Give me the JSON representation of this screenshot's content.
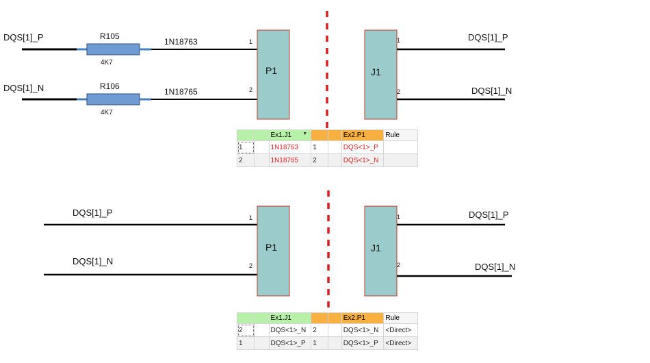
{
  "top": {
    "left_net_p": "DQS[1]_P",
    "left_net_n": "DQS[1]_N",
    "r1_ref": "R105",
    "r1_val": "4K7",
    "r2_ref": "R106",
    "r2_val": "4K7",
    "net1": "1N18763",
    "net2": "1N18765",
    "p1_label": "P1",
    "j1_label": "J1",
    "pin1": "1",
    "pin2": "2",
    "right_net_p": "DQS[1]_P",
    "right_net_n": "DQS[1]_N",
    "table": {
      "headers": [
        "",
        "",
        "Ex1.J1",
        "",
        "",
        "Ex2.P1",
        "Rule"
      ],
      "rows": [
        [
          "1",
          "",
          "1N18763",
          "1",
          "",
          "DQS<1>_P",
          ""
        ],
        [
          "2",
          "",
          "1N18765",
          "2",
          "",
          "DQS<1>_N",
          ""
        ]
      ]
    }
  },
  "bottom": {
    "left_net_p": "DQS[1]_P",
    "left_net_n": "DQS[1]_N",
    "p1_label": "P1",
    "j1_label": "J1",
    "pin1": "1",
    "pin2": "2",
    "right_net_p": "DQS[1]_P",
    "right_net_n": "DQS[1]_N",
    "table": {
      "headers": [
        "",
        "",
        "Ex1.J1",
        "",
        "",
        "Ex2.P1",
        "Rule"
      ],
      "rows": [
        [
          "2",
          "",
          "DQS<1>_N",
          "2",
          "",
          "DQS<1>_N",
          "<Direct>"
        ],
        [
          "1",
          "",
          "DQS<1>_P",
          "1",
          "",
          "DQS<1>_P",
          "<Direct>"
        ]
      ]
    }
  },
  "colors": {
    "component_fill": "#9ccbcb",
    "component_border": "#c0392b",
    "resistor_fill": "#6f9bd2",
    "divider": "#d62020",
    "wire": "#000000",
    "table_header_green": "#b7f0a8",
    "table_header_orange": "#f8b040",
    "net_text_red": "#e02020"
  }
}
